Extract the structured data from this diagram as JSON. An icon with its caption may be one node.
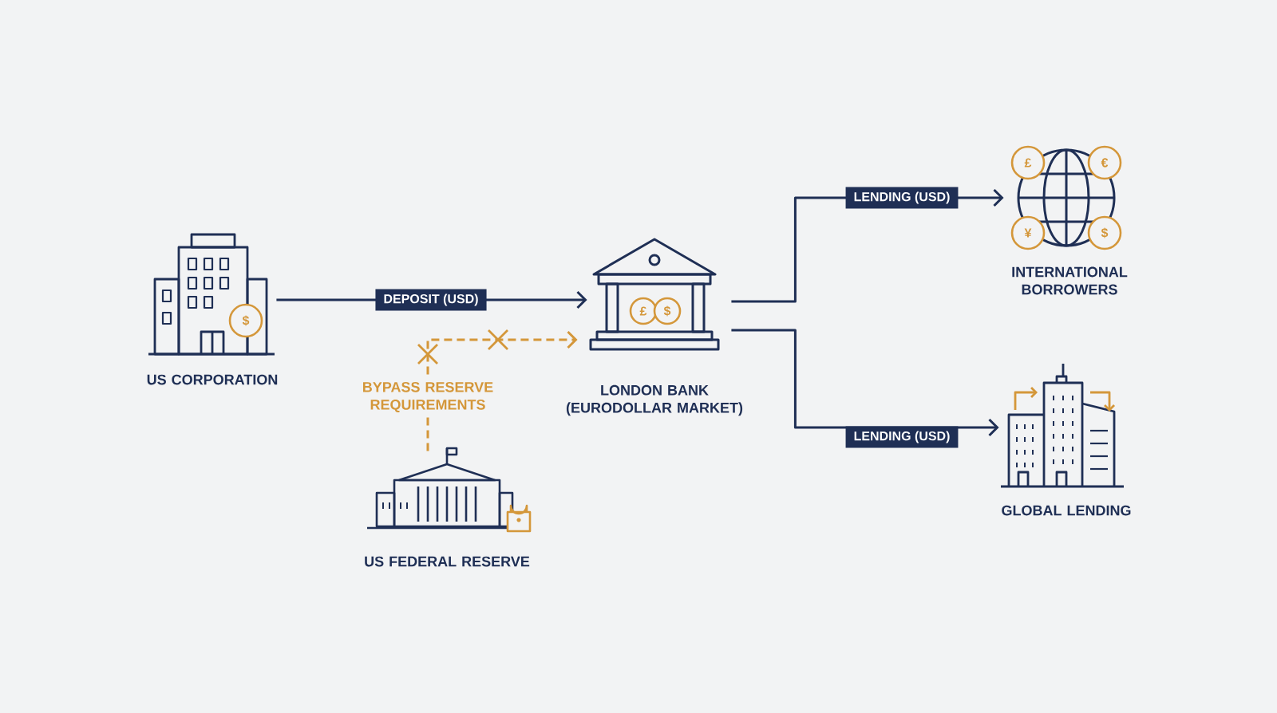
{
  "diagram": {
    "nodes": [
      {
        "text": [
          "US CORPORATION"
        ]
      },
      {
        "text": [
          "LONDON BANK (EURODOLLAR MARKET)"
        ]
      },
      {
        "text": [
          "INTERNATIONAL BORROWERS"
        ]
      },
      {
        "text": [
          "GLOBAL LENDING"
        ]
      },
      {
        "text": [
          "US FEDERAL RESERVE"
        ]
      }
    ],
    "edges": [
      {
        "from": 0,
        "to": 1,
        "arrow": "to",
        "label": "DEPOSIT (USD)"
      },
      {
        "from": 1,
        "to": 2,
        "arrow": "to",
        "label": "LENDING (USD)"
      },
      {
        "from": 1,
        "to": 3,
        "arrow": "to",
        "label": "LENDING (USD)"
      },
      {
        "from": 4,
        "to": 1,
        "arrow": "to",
        "label": "BYPASS RESERVE REQUIREMENTS",
        "style": "dashed",
        "color": "#d4973a"
      }
    ],
    "labels": [
      "$",
      "£",
      "$",
      "£",
      "€",
      "¥",
      "$"
    ]
  }
}
